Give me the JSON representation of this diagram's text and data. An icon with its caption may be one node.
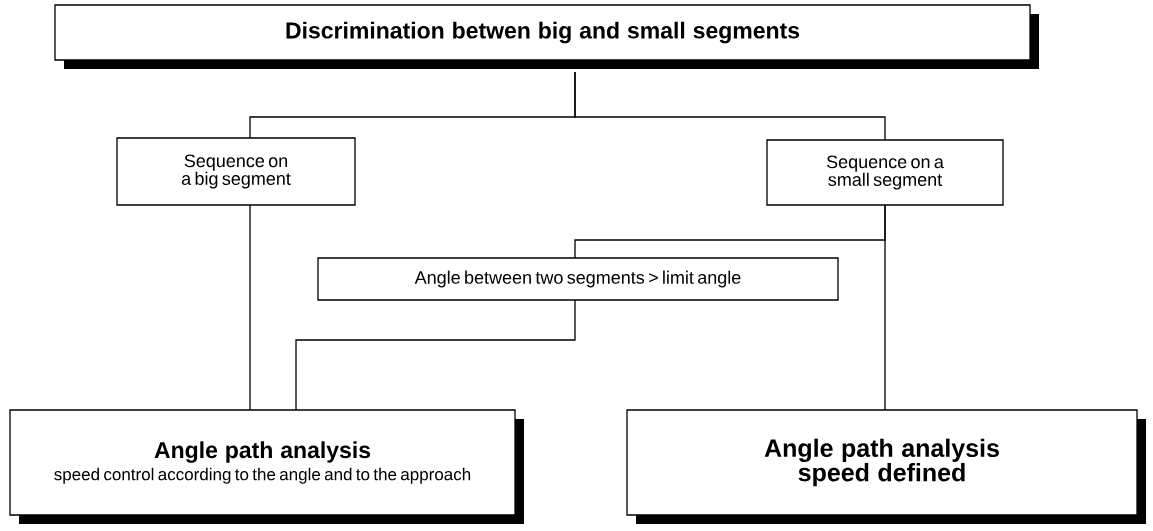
{
  "diagram": {
    "nodes": [
      {
        "text": [
          "Discrimination betwen big and small segments"
        ]
      },
      {
        "text": [
          "Sequence on a big segment"
        ]
      },
      {
        "text": [
          "Sequence on a small segment"
        ]
      },
      {
        "text": [
          "Angle between two segments > limit angle"
        ]
      },
      {
        "text": [
          "Angle path analysis",
          "speed control according to the angle and to the approach"
        ]
      },
      {
        "text": [
          "Angle path analysis speed defined"
        ]
      }
    ],
    "edges": [
      {
        "from": 0,
        "to": 1,
        "arrow": "none"
      },
      {
        "from": 0,
        "to": 2,
        "arrow": "none"
      },
      {
        "from": 1,
        "to": 4,
        "arrow": "none"
      },
      {
        "from": 2,
        "to": 5,
        "arrow": "none"
      },
      {
        "from": 2,
        "to": 3,
        "arrow": "none"
      },
      {
        "from": 3,
        "to": 4,
        "arrow": "none"
      }
    ]
  }
}
